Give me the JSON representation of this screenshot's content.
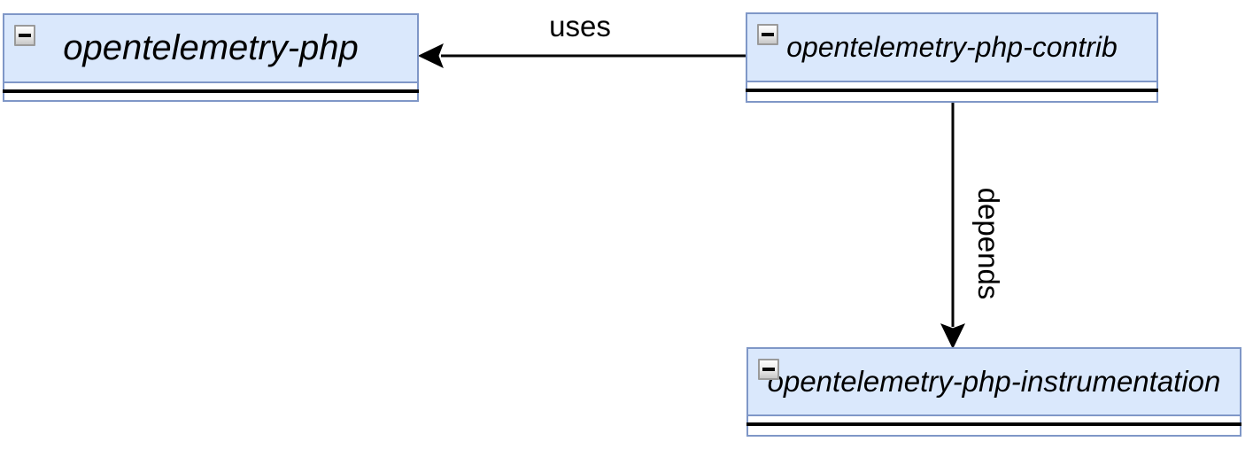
{
  "diagram": {
    "type": "package-dependency-diagram",
    "background_color": "#ffffff",
    "node_fill_color": "#dae8fc",
    "node_border_color": "#7f97c7",
    "edge_color": "#000000",
    "nodes": [
      {
        "label": "opentelemetry-php",
        "icon": "minus-icon"
      },
      {
        "label": "opentelemetry-php-contrib",
        "icon": "minus-icon"
      },
      {
        "label": "opentelemetry-php-instrumentation",
        "icon": "minus-icon"
      }
    ],
    "edges": [
      {
        "label": "uses",
        "from": "opentelemetry-php-contrib",
        "to": "opentelemetry-php",
        "direction": "left"
      },
      {
        "label": "depends",
        "from": "opentelemetry-php-contrib",
        "to": "opentelemetry-php-instrumentation",
        "direction": "down"
      }
    ]
  }
}
